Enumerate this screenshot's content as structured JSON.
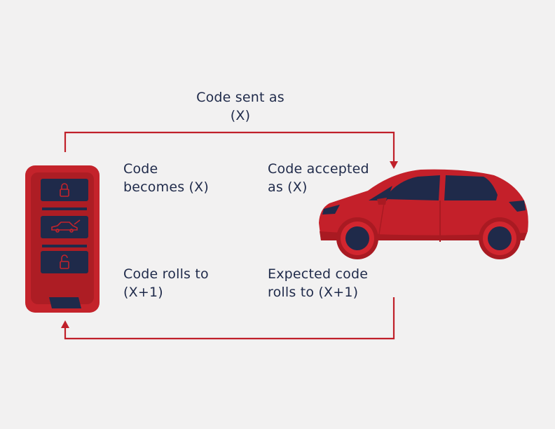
{
  "labels": {
    "code_sent": "Code sent as\n(X)",
    "code_becomes": "Code\nbecomes (X)",
    "code_accepted": "Code accepted\nas (X)",
    "code_rolls": "Code rolls to\n(X+1)",
    "expected_rolls": "Expected code\nrolls to (X+1)"
  },
  "colors": {
    "arrow": "#c0202a",
    "fob_body": "#c4232b",
    "car_body": "#c4202a",
    "dark_navy": "#1f2a4a",
    "background": "#f2f1f1"
  },
  "icons": [
    "lock-closed-icon",
    "car-trunk-icon",
    "lock-open-icon"
  ]
}
